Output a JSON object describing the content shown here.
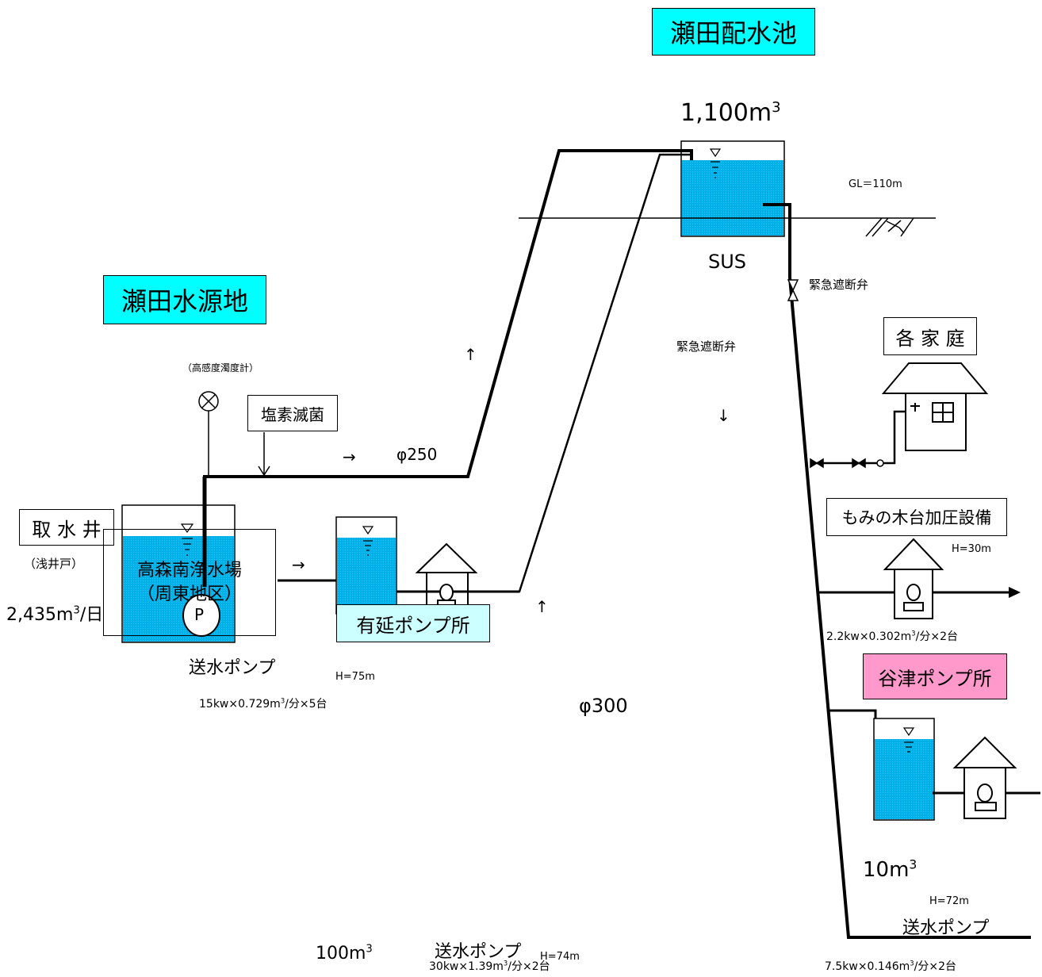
{
  "titles": {
    "seta_haisuichi": "瀬田配水池",
    "seta_suigenchi": "瀬田水源地",
    "arinobe": "有延ポンプ所",
    "yatsu": "谷津ポンプ所"
  },
  "labels": {
    "tank_haisui_volume": "1,100m",
    "gl": "GL＝110m",
    "sus": "SUS",
    "valve_right": "緊急遮断弁",
    "valve_center": "緊急遮断弁",
    "kakutei": "各 家 庭",
    "turbidity": "（高感度濁度計）",
    "chlorine": "塩素滅菌",
    "arrow_right_1": "→",
    "pipe_250": "φ250",
    "torisui": "取 水 井",
    "asaido": "（浅井戸）",
    "intake_volume_num": "2,435m",
    "intake_volume_unit": "/日",
    "pump_p": "P",
    "pump_main": "送水ポンプ",
    "pump_main_h": "H=75m",
    "pump_main_spec_a": "15kw×0.729m",
    "pump_main_spec_b": "/分×5台",
    "pipe_300": "φ300",
    "momi": "もみの木台加圧設備",
    "momi_h": "H=30m",
    "momi_spec_a": "2.2kw×0.302m",
    "momi_spec_b": "/分×2台",
    "takamori": "高森南浄水場",
    "takamori_sub": "（周東地区）",
    "arrow_right_2": "→",
    "arinobe_volume": "100m",
    "arinobe_pump": "送水ポンプ",
    "arinobe_h": "H=74m",
    "arinobe_spec_a": "30kw×1.39m",
    "arinobe_spec_b": "/分×2台",
    "yatsu_volume": "10m",
    "yatsu_h": "H=72m",
    "yatsu_pump": "送水ポンプ",
    "yatsu_spec_a": "7.5kw×0.146m",
    "yatsu_spec_b": "/分×2台",
    "cube": "3",
    "arrow_up": "↑",
    "arrow_down": "↓"
  },
  "colors": {
    "water": "#00b0e8",
    "title_cyan": "#00ffff",
    "title_lightcyan": "#ccffff",
    "title_pink": "#ff99cc"
  }
}
